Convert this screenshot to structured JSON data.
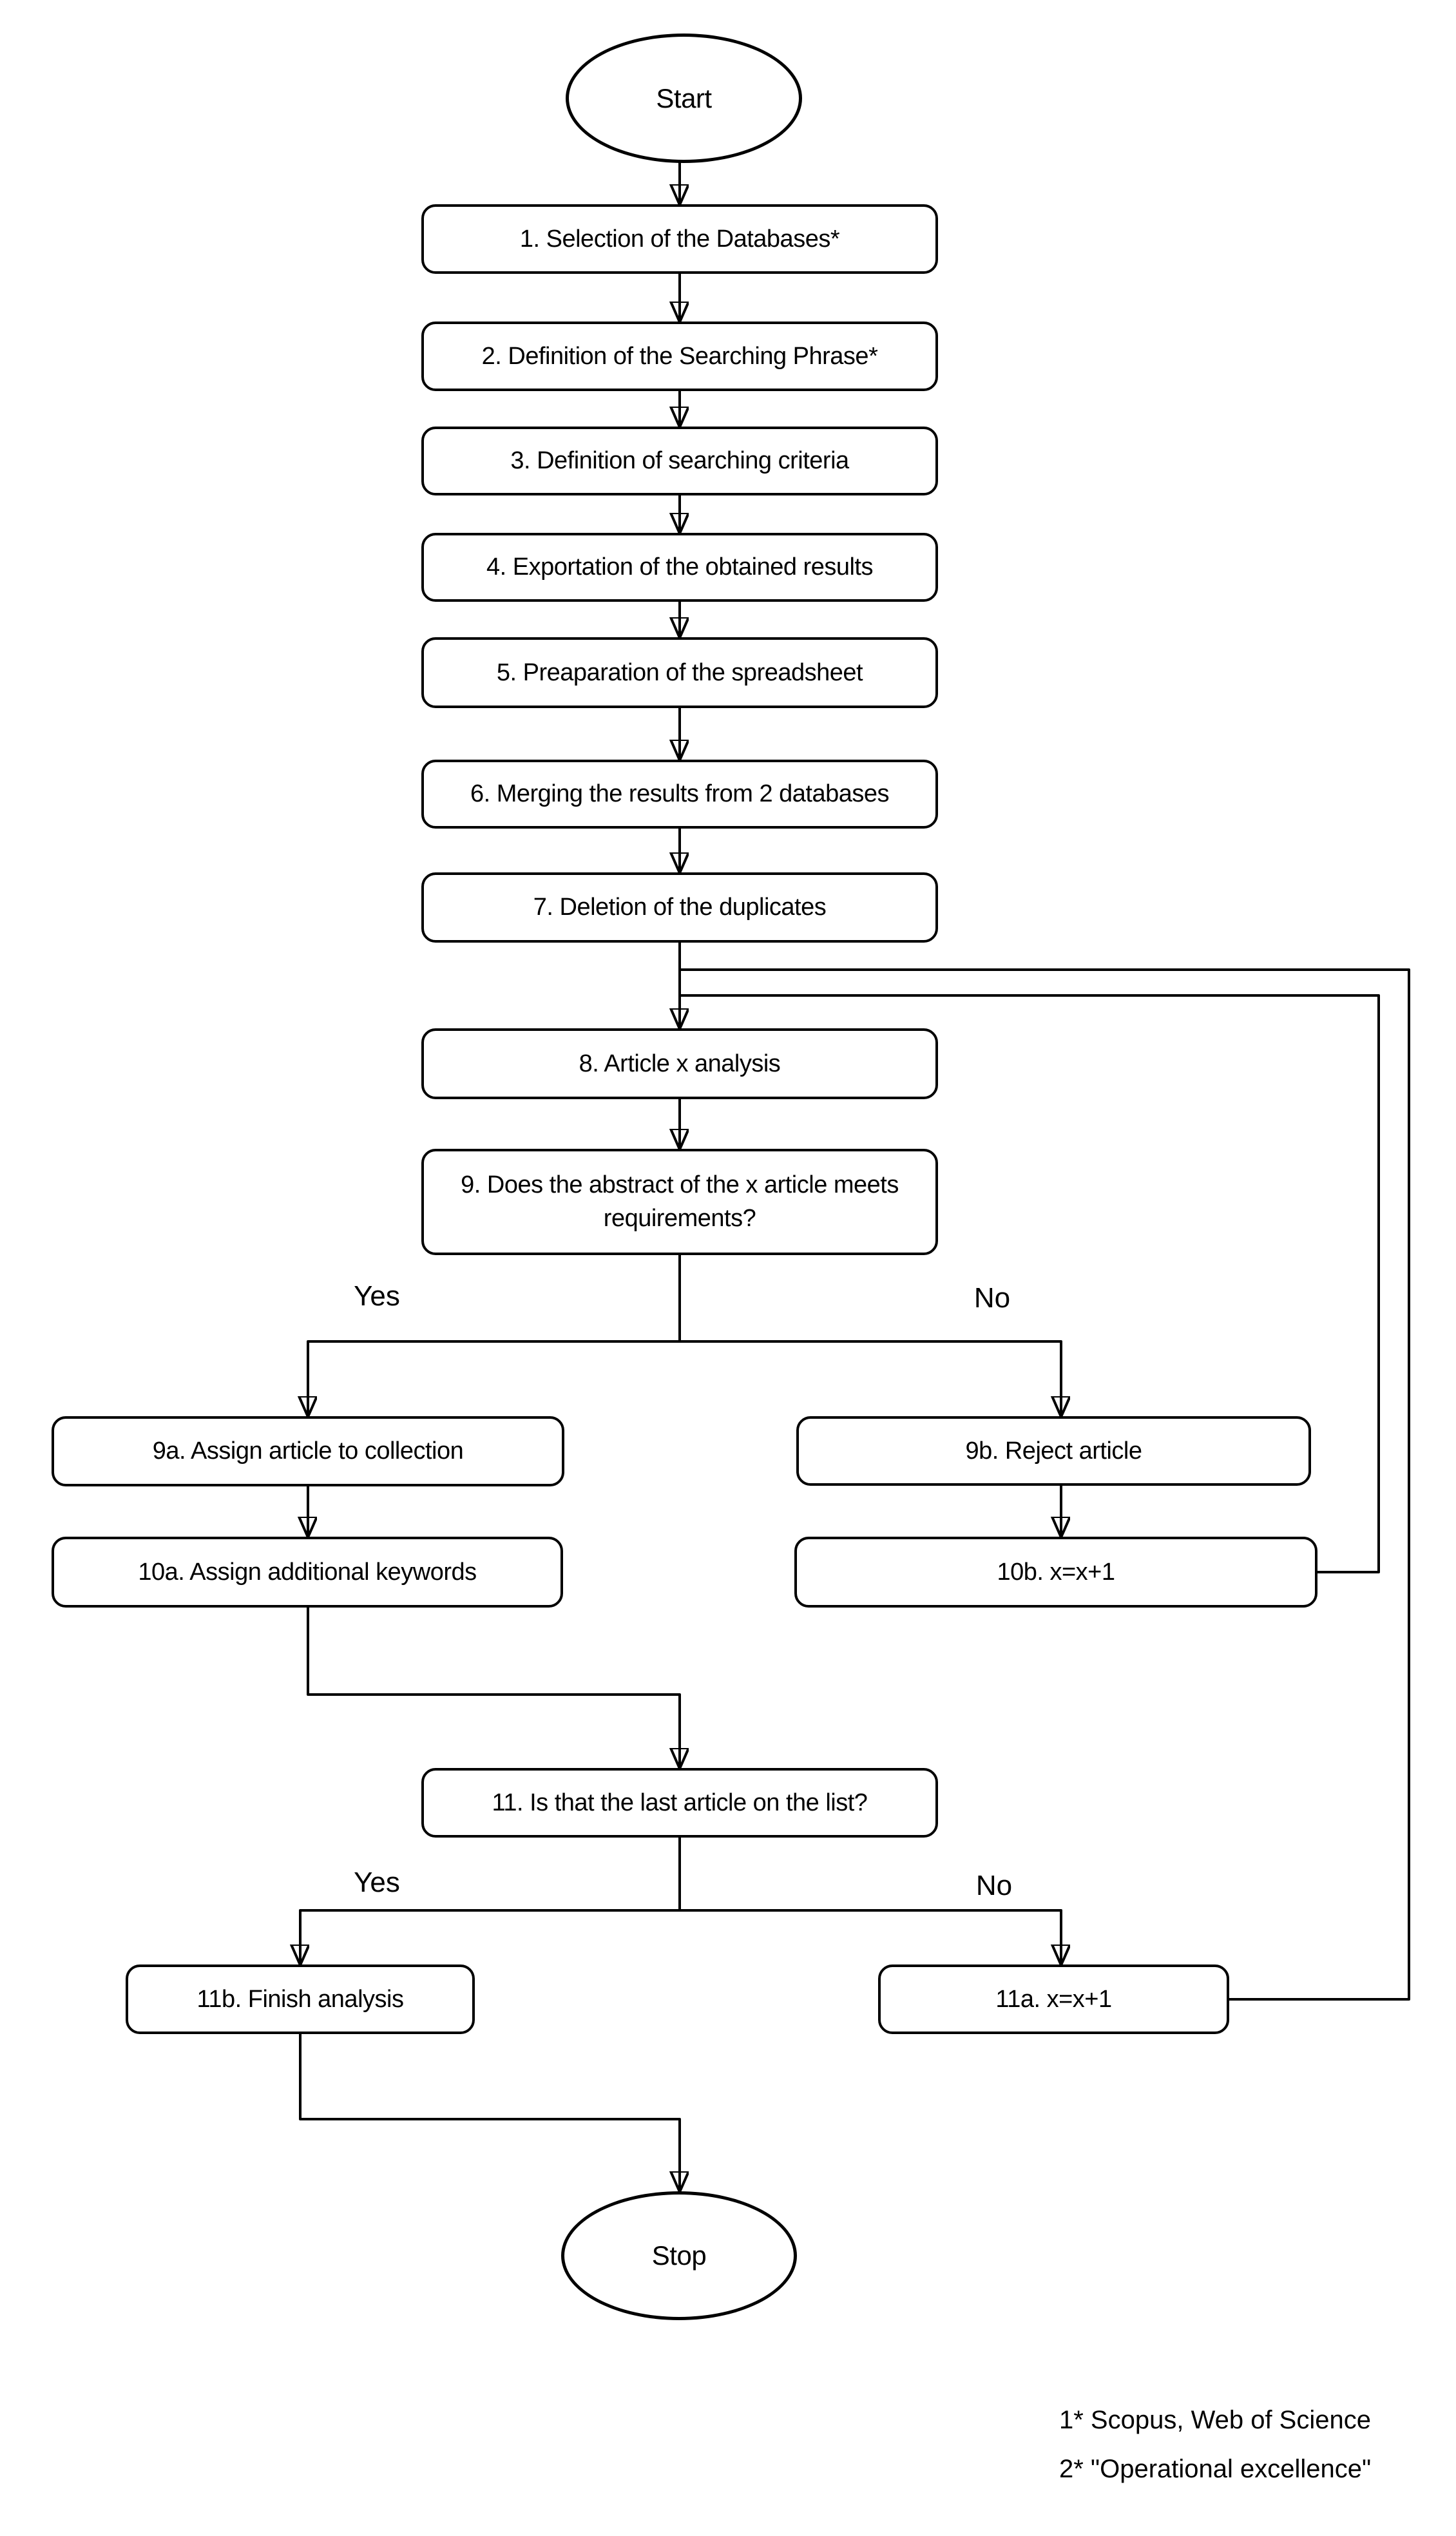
{
  "nodes": {
    "start": {
      "label": "Start"
    },
    "s1": {
      "label": "1. Selection of the Databases*"
    },
    "s2": {
      "label": "2. Definition of the Searching Phrase*"
    },
    "s3": {
      "label": "3. Definition of searching criteria"
    },
    "s4": {
      "label": "4. Exportation of the obtained results"
    },
    "s5": {
      "label": "5. Preaparation of the spreadsheet"
    },
    "s6": {
      "label": "6. Merging the results from 2 databases"
    },
    "s7": {
      "label": "7. Deletion of the duplicates"
    },
    "s8": {
      "label": "8. Article x analysis"
    },
    "s9": {
      "label": "9. Does the abstract of the x article meets requirements?"
    },
    "s9a": {
      "label": "9a. Assign article to collection"
    },
    "s9b": {
      "label": "9b. Reject article"
    },
    "s10a": {
      "label": "10a. Assign additional keywords"
    },
    "s10b": {
      "label": "10b. x=x+1"
    },
    "s11": {
      "label": "11. Is that the last article on the list?"
    },
    "s11b": {
      "label": "11b. Finish analysis"
    },
    "s11a": {
      "label": "11a. x=x+1"
    },
    "stop": {
      "label": "Stop"
    }
  },
  "edge_labels": {
    "yes1": "Yes",
    "no1": "No",
    "yes2": "Yes",
    "no2": "No"
  },
  "footnotes": {
    "line1": "1* Scopus, Web of Science",
    "line2": "2* \"Operational excellence\""
  },
  "colors": {
    "stroke": "#000000",
    "fill": "#ffffff",
    "text": "#000000",
    "background": "#ffffff"
  }
}
